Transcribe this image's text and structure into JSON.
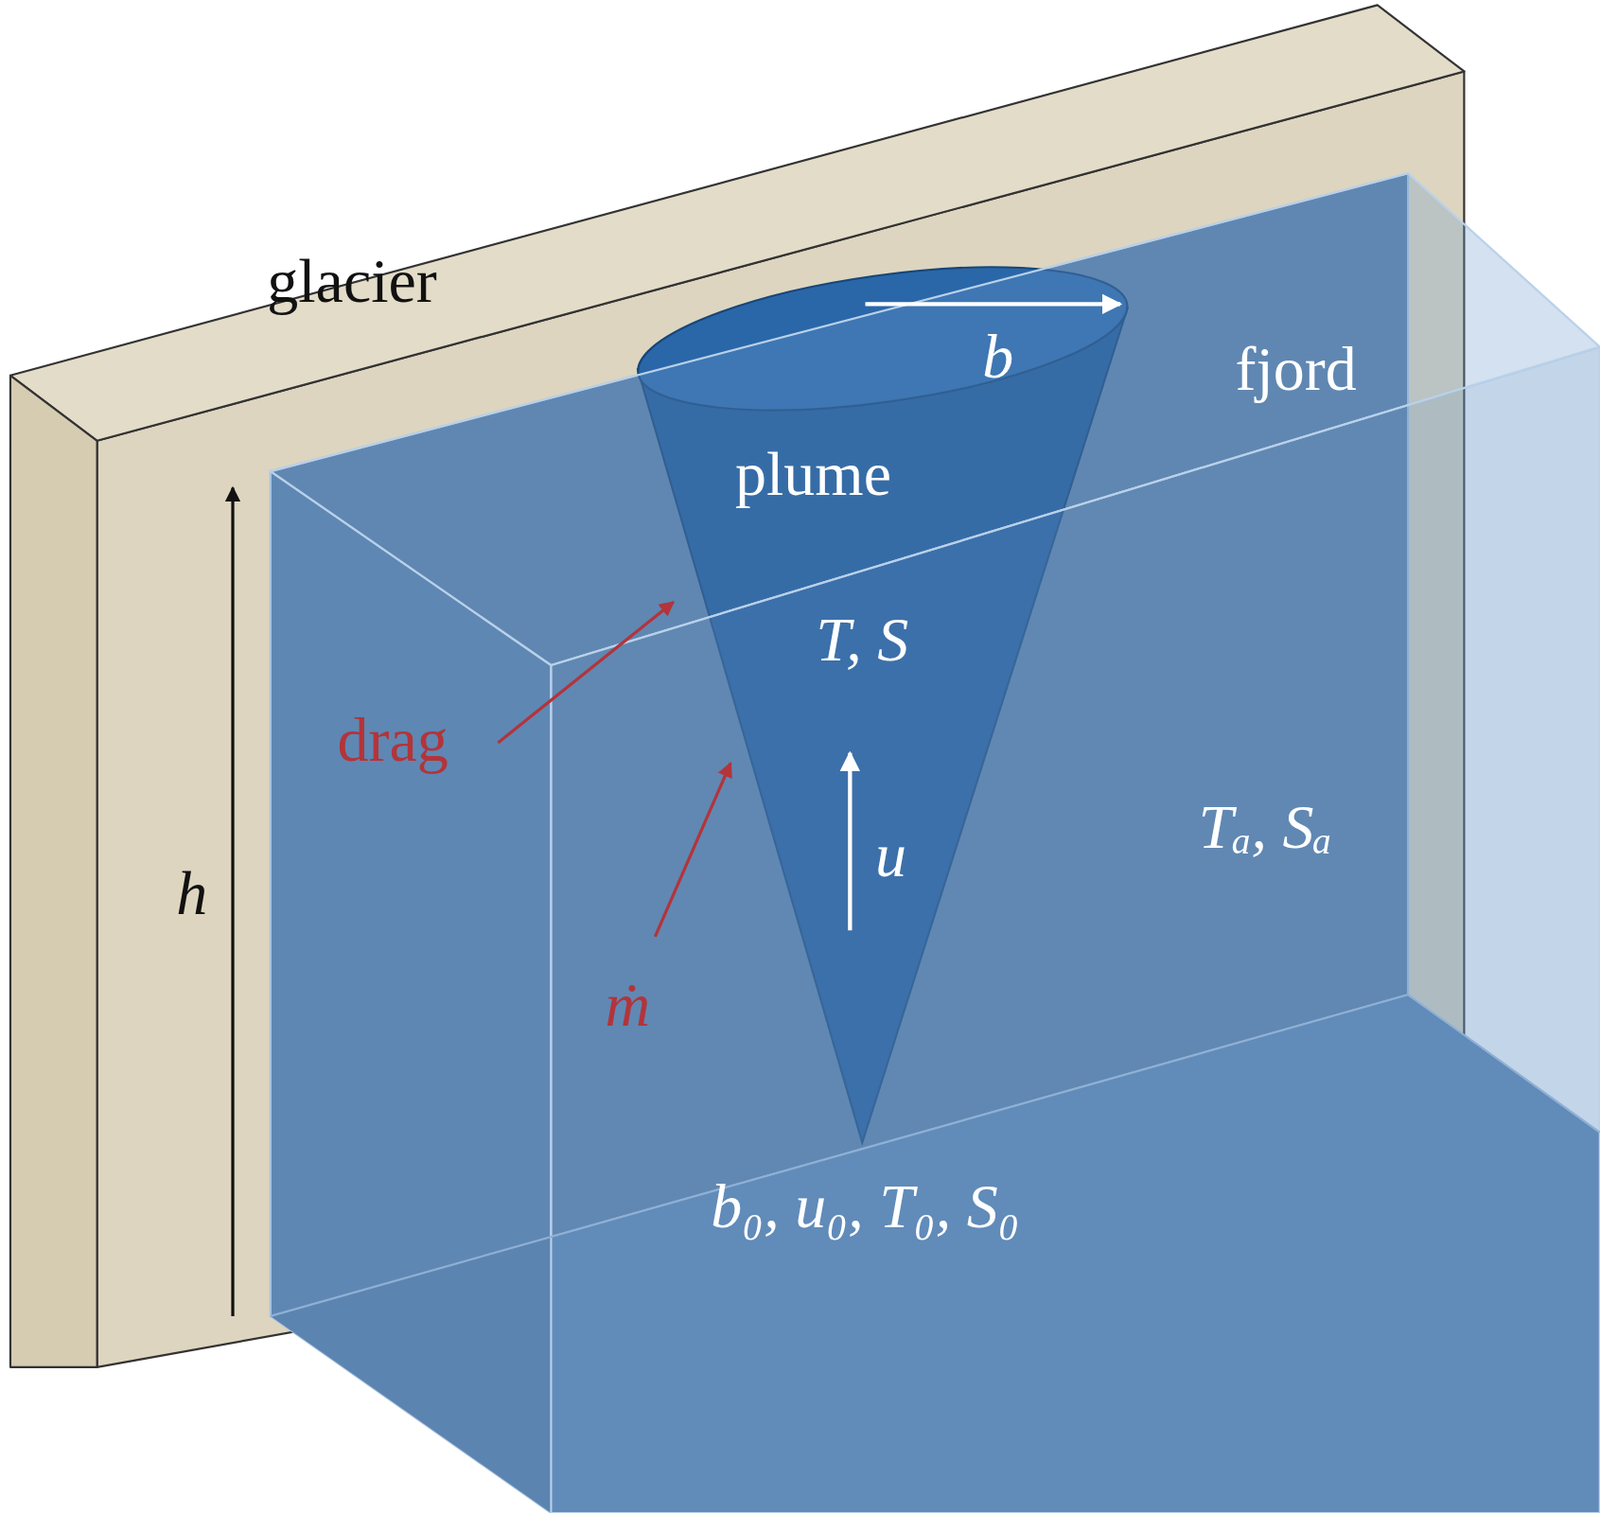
{
  "diagram": {
    "nodes": [
      {
        "text": [
          "glacier"
        ]
      },
      {
        "text": [
          "fjord",
          "Tₐ, Sₐ"
        ]
      },
      {
        "text": [
          "plume",
          "T, S"
        ],
        "in": 1
      }
    ],
    "labels": [
      "b",
      "u",
      "drag",
      "ṁ",
      "h",
      "b₀, u₀, T₀, S₀"
    ]
  }
}
